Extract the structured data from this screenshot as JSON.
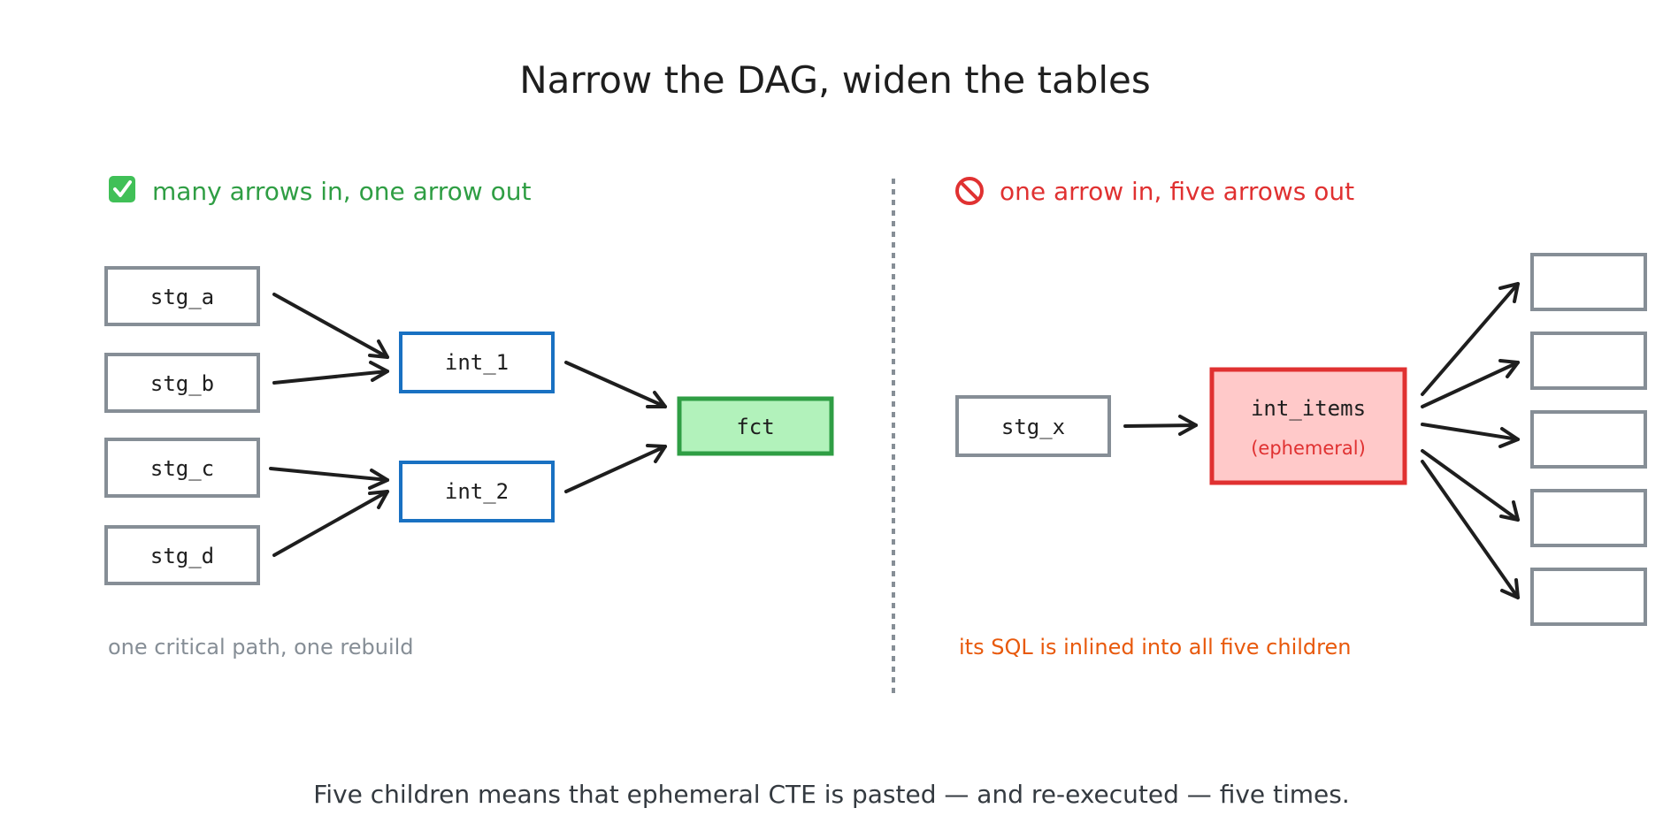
{
  "title": "Narrow the DAG, widen the tables",
  "left_panel": {
    "heading": "many arrows in, one arrow out",
    "heading_icon": "check-mark-icon",
    "nodes": {
      "stg_a": "stg_a",
      "stg_b": "stg_b",
      "stg_c": "stg_c",
      "stg_d": "stg_d",
      "int_1": "int_1",
      "int_2": "int_2",
      "fct": "fct"
    },
    "note": "one critical path, one rebuild"
  },
  "right_panel": {
    "heading": "one arrow in, five arrows out",
    "heading_icon": "prohibited-icon",
    "nodes": {
      "stg_x": "stg_x",
      "int_items": "int_items",
      "int_items_sub": "(ephemeral)"
    },
    "children_count": 5,
    "note": "its SQL is inlined into all five children"
  },
  "footer": "Five children means that ephemeral CTE is pasted — and re-executed — five times.",
  "colors": {
    "text": "#1e1e1e",
    "gray": "#868e96",
    "blue": "#1971c2",
    "green": "#2f9e44",
    "green_fill": "#b2f2bb",
    "red": "#e03131",
    "red_fill": "#ffc9c9",
    "orange": "#e8590c"
  }
}
